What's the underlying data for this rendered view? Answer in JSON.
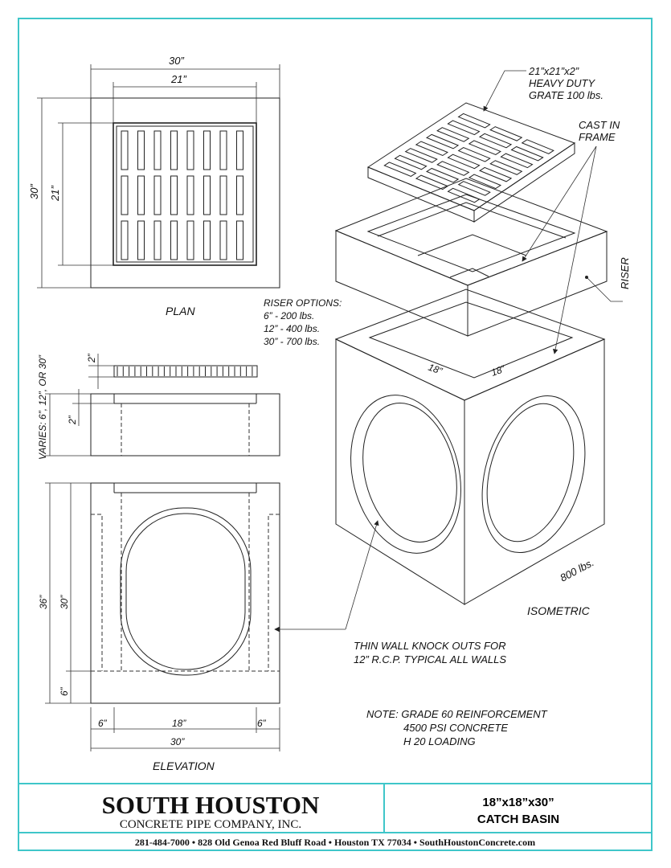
{
  "plan": {
    "title": "PLAN",
    "dim_width_outer": "30”",
    "dim_width_grate": "21”",
    "dim_height_outer": "30”",
    "dim_height_grate": "21”"
  },
  "riser_options": {
    "title": "RISER OPTIONS:",
    "items": [
      "6” - 200 lbs.",
      "12” - 400 lbs.",
      "30” - 700 lbs."
    ]
  },
  "elevation": {
    "title": "ELEVATION",
    "dim_grate_thickness": "2”",
    "dim_riser_seat": "2”",
    "dim_varies": "VARIES: 6”, 12”, OR 30”",
    "dim_total_height": "36”",
    "dim_inner_height": "30”",
    "dim_base": "6”",
    "dim_left_wall": "6”",
    "dim_inner_width": "18”",
    "dim_right_wall": "6”",
    "dim_overall_width": "30”"
  },
  "isometric": {
    "title": "ISOMETRIC",
    "grate_callout": [
      "21”x21”x2”",
      "HEAVY DUTY",
      "GRATE  100 lbs."
    ],
    "frame_callout": [
      "CAST IN",
      "FRAME"
    ],
    "riser_label": "RISER",
    "dim_left": "18”",
    "dim_right": "18”",
    "weight": "800 lbs."
  },
  "knockout_note": [
    "THIN WALL KNOCK OUTS FOR",
    "12”  R.C.P. TYPICAL ALL WALLS"
  ],
  "notes": [
    "NOTE: GRADE 60 REINFORCEMENT",
    "4500 PSI CONCRETE",
    "H 20 LOADING"
  ],
  "title_block": {
    "company": "SOUTH HOUSTON",
    "company_sub": "CONCRETE PIPE COMPANY, INC.",
    "product_line1": "18”x18”x30”",
    "product_line2": "CATCH BASIN",
    "footer": "281-484-7000  •  828 Old Genoa Red Bluff Road  •  Houston TX 77034  •  SouthHoustonConcrete.com"
  },
  "colors": {
    "border": "#3fc6c9",
    "ink": "#111111"
  }
}
